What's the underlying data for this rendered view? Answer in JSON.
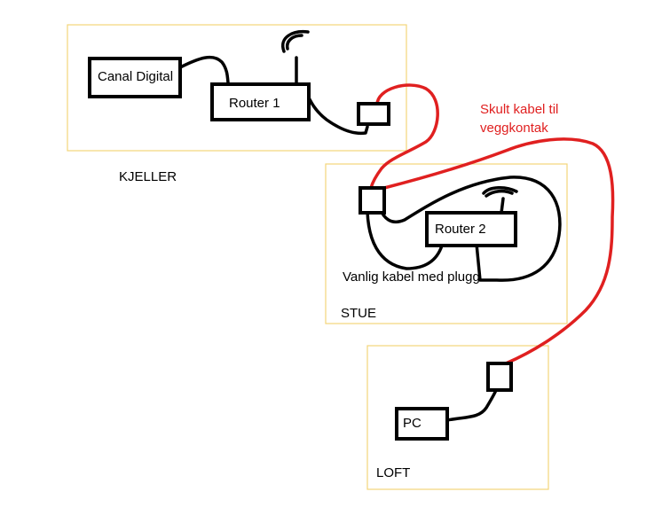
{
  "zones": {
    "kjeller": "KJELLER",
    "stue": "STUE",
    "loft": "LOFT"
  },
  "devices": {
    "canal_digital": "Canal Digital",
    "router1": "Router 1",
    "router2": "Router 2",
    "pc": "PC"
  },
  "annotations": {
    "hidden_cable_line1": "Skult kabel til",
    "hidden_cable_line2": "veggkontak",
    "normal_cable": "Vanlig kabel med plugg"
  },
  "colors": {
    "hidden_cable": "#e02020",
    "normal_cable": "#000000",
    "zone_border": "#f3d57a"
  },
  "icons": {
    "wifi": "wifi-signal-icon"
  }
}
